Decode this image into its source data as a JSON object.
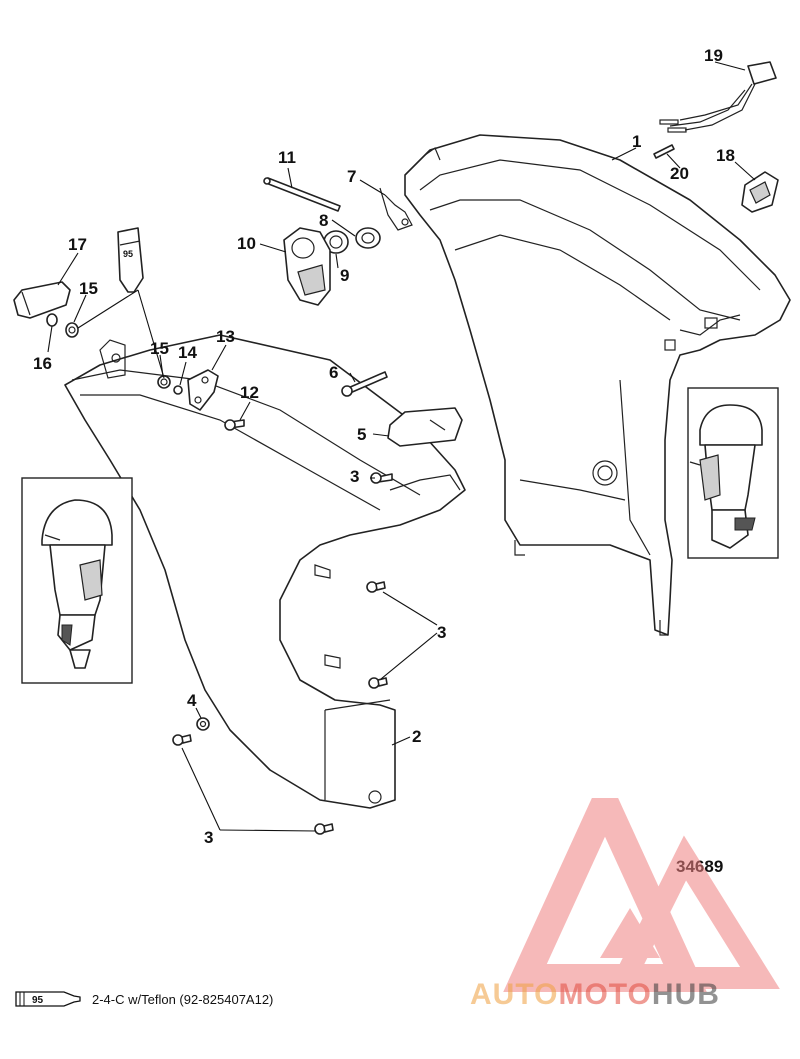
{
  "figure_number": "34689",
  "callouts": [
    "1",
    "2",
    "3",
    "3",
    "3",
    "4",
    "5",
    "6",
    "7",
    "8",
    "9",
    "10",
    "11",
    "12",
    "13",
    "14",
    "15",
    "15",
    "16",
    "17",
    "18",
    "19",
    "20"
  ],
  "legend": {
    "tube_label": "95",
    "text": "2-4-C w/Teflon (92-825407A12)"
  },
  "tube_label_in_diagram": "95",
  "watermark": {
    "part1": "AUTO",
    "part2": "MOTO",
    "part3": "HUB",
    "colors": {
      "auto": "#f0a040",
      "moto": "#e24b3e",
      "hub": "#3a3a3a",
      "triangle": "#f08080"
    }
  }
}
